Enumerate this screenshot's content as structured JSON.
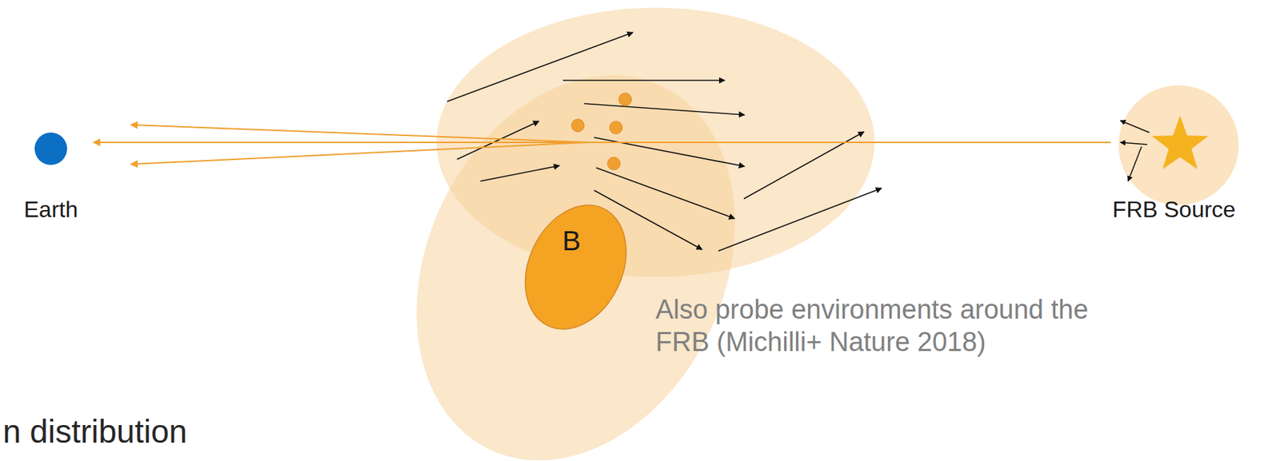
{
  "diagram": {
    "nodes": [
      {
        "text": [
          "Earth"
        ]
      },
      {
        "text": [
          "B"
        ]
      },
      {
        "text": [
          "FRB Source"
        ]
      }
    ],
    "edges": [
      {
        "from": 2,
        "to": 0,
        "arrow": "to"
      }
    ],
    "labels": [
      "Also probe environments around the FRB (Michilli+ Nature 2018)",
      "n distribution"
    ]
  }
}
